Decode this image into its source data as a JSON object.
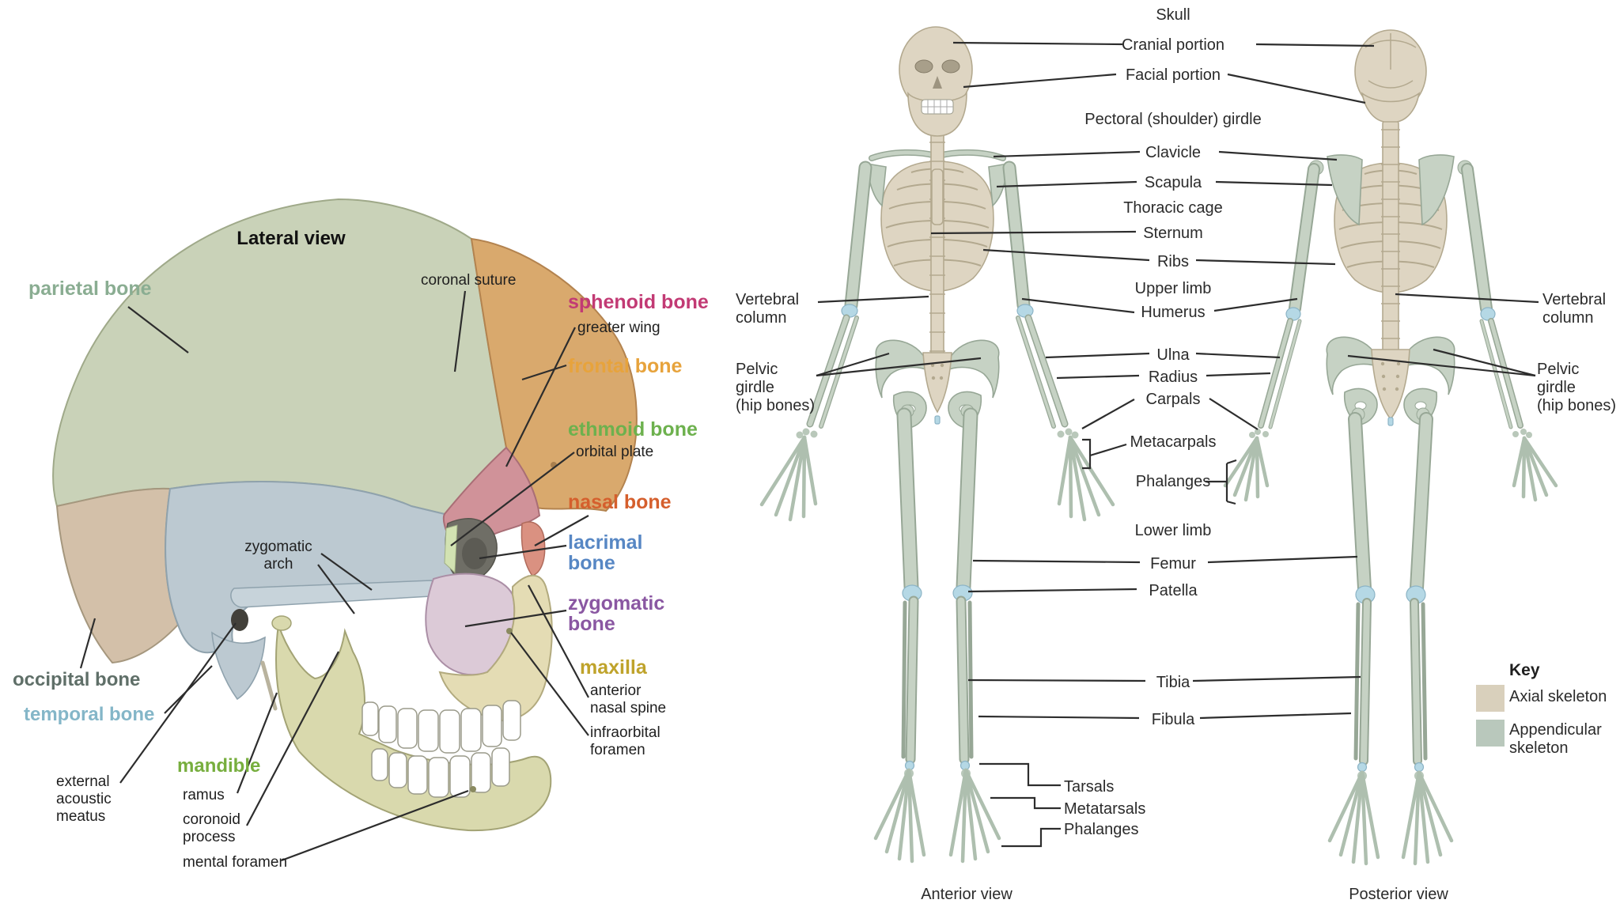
{
  "skull_panel": {
    "title": "Lateral view",
    "bones": {
      "parietal": {
        "text": "parietal bone",
        "color": "#8aad92"
      },
      "sphenoid": {
        "text": "sphenoid bone",
        "color": "#c23a74"
      },
      "frontal": {
        "text": "frontal bone",
        "color": "#e7a33c"
      },
      "ethmoid": {
        "text": "ethmoid bone",
        "color": "#6db14e"
      },
      "nasal": {
        "text": "nasal bone",
        "color": "#d55f2d"
      },
      "lacrimal": {
        "text": "lacrimal\nbone",
        "color": "#5787c4"
      },
      "zygomatic": {
        "text": "zygomatic\nbone",
        "color": "#8a57a2"
      },
      "maxilla": {
        "text": "maxilla",
        "color": "#bfa32b"
      },
      "occipital": {
        "text": "occipital bone",
        "color": "#5f6f68"
      },
      "temporal": {
        "text": "temporal bone",
        "color": "#84b6c8"
      },
      "mandible": {
        "text": "mandible",
        "color": "#77ae3e"
      }
    },
    "features": {
      "coronal_suture": "coronal suture",
      "greater_wing": "greater wing",
      "orbital_plate": "orbital plate",
      "anterior_nasal_spine": "anterior\nnasal spine",
      "infraorbital_foramen": "infraorbital\nforamen",
      "zygomatic_arch": "zygomatic\narch",
      "external_acoustic_meatus": "external\nacoustic\nmeatus",
      "ramus": "ramus",
      "coronoid_process": "coronoid\nprocess",
      "mental_foramen": "mental foramen"
    }
  },
  "skeleton_panel": {
    "labels": {
      "skull": "Skull",
      "cranial_portion": "Cranial portion",
      "facial_portion": "Facial portion",
      "pectoral_girdle": "Pectoral (shoulder) girdle",
      "clavicle": "Clavicle",
      "scapula": "Scapula",
      "thoracic_cage": "Thoracic cage",
      "sternum": "Sternum",
      "ribs": "Ribs",
      "upper_limb": "Upper limb",
      "humerus": "Humerus",
      "ulna": "Ulna",
      "radius": "Radius",
      "carpals": "Carpals",
      "metacarpals": "Metacarpals",
      "phalanges_hand": "Phalanges",
      "lower_limb": "Lower limb",
      "femur": "Femur",
      "patella": "Patella",
      "tibia": "Tibia",
      "fibula": "Fibula",
      "tarsals": "Tarsals",
      "metatarsals": "Metatarsals",
      "phalanges_foot": "Phalanges",
      "vertebral_column": "Vertebral\ncolumn",
      "pelvic_girdle": "Pelvic\ngirdle\n(hip bones)"
    },
    "views": {
      "anterior": "Anterior view",
      "posterior": "Posterior view"
    },
    "key": {
      "title": "Key",
      "items": [
        {
          "label": "Axial skeleton",
          "color": "#d9d0bc"
        },
        {
          "label": "Appendicular\nskeleton",
          "color": "#b9c8bc"
        }
      ]
    }
  },
  "illustration_colors": {
    "axial": "#ded5c2",
    "appendicular": "#c6d2c4",
    "joint_cartilage": "#b5d8e5",
    "leader_line": "#2d2d2d"
  }
}
